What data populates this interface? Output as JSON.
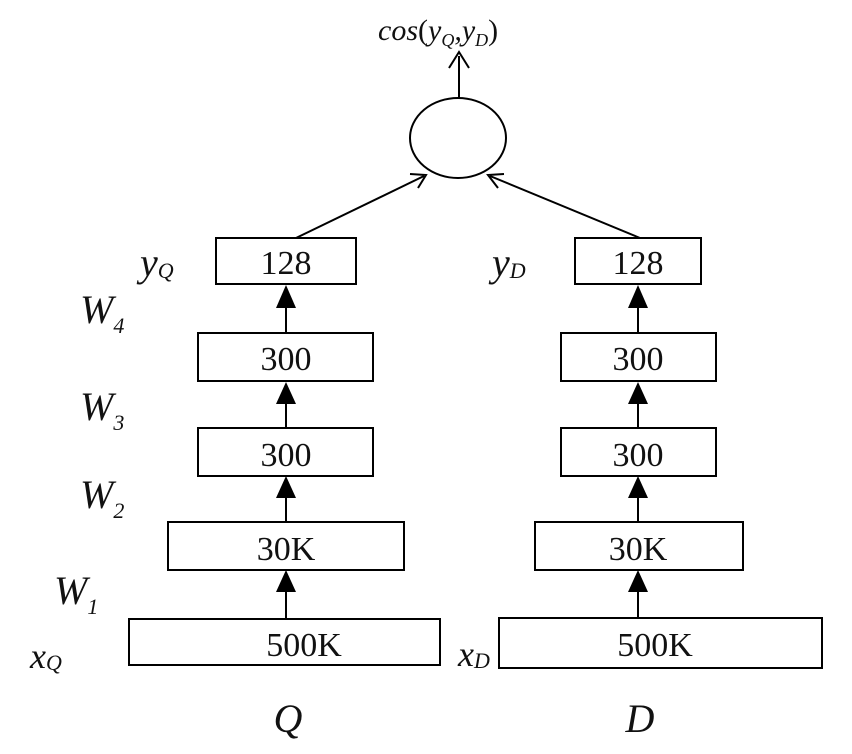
{
  "output": {
    "func": "cos",
    "arg1_base": "y",
    "arg1_sub": "Q",
    "sep": ",",
    "arg2_base": "y",
    "arg2_sub": "D",
    "open": "(",
    "close": ")"
  },
  "query": {
    "layers": [
      "500K",
      "30K",
      "300",
      "300",
      "128"
    ],
    "input_label": {
      "base": "x",
      "sub": "Q"
    },
    "output_label": {
      "base": "y",
      "sub": "Q"
    },
    "caption": "Q"
  },
  "doc": {
    "layers": [
      "500K",
      "30K",
      "300",
      "300",
      "128"
    ],
    "input_label": {
      "base": "x",
      "sub": "D"
    },
    "output_label": {
      "base": "y",
      "sub": "D"
    },
    "caption": "D"
  },
  "weights": [
    {
      "base": "W",
      "sub": "1"
    },
    {
      "base": "W",
      "sub": "2"
    },
    {
      "base": "W",
      "sub": "3"
    },
    {
      "base": "W",
      "sub": "4"
    }
  ]
}
